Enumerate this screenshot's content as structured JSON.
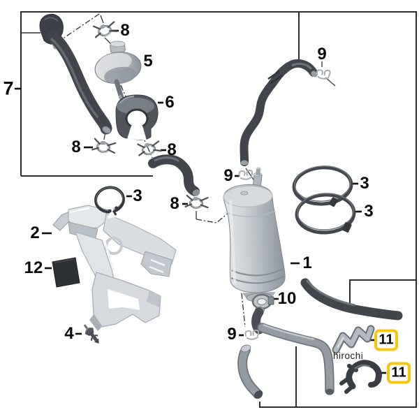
{
  "watermark": "hirochi",
  "labels": {
    "part1": "1",
    "part2": "2",
    "part3a": "3",
    "part3b": "3",
    "part3c": "3",
    "part4": "4",
    "part5": "5",
    "part6": "6",
    "part7": "7",
    "part8a": "8",
    "part8b": "8",
    "part8c": "8",
    "part8d": "8",
    "part9a": "9",
    "part9b": "9",
    "part9c": "9",
    "part10": "10",
    "part11a": "11",
    "part11b": "11",
    "part12": "12"
  },
  "colors": {
    "background": "#ffffff",
    "frame_line": "#2c2c2c",
    "label_text": "#0a0a0a",
    "highlight_box": "#f6c60d",
    "hose_dark": "#42464c",
    "hose_grey": "#949ba2",
    "metal_light": "#c9ced3",
    "rubber_dark": "#51555b"
  }
}
